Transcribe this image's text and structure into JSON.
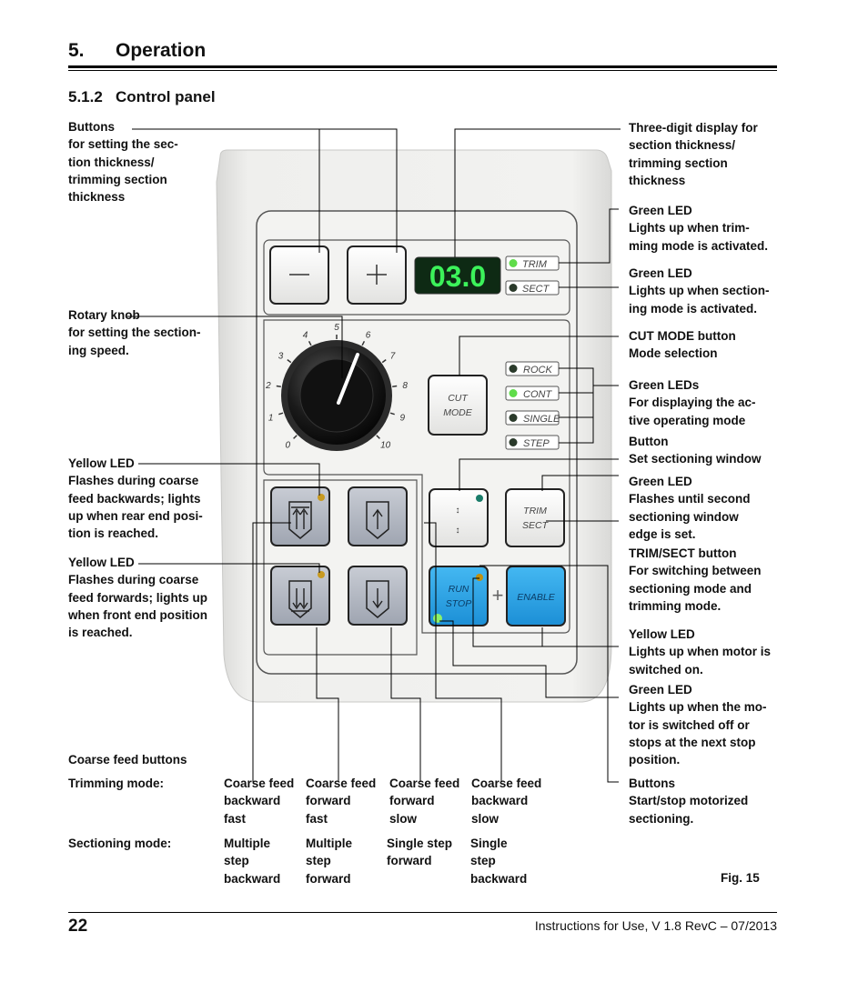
{
  "header": {
    "number": "5.",
    "title": "Operation"
  },
  "subsection": {
    "number": "5.1.2",
    "title": "Control panel"
  },
  "panel": {
    "display_value": "03.0",
    "trim_led": "TRIM",
    "sect_led": "SECT",
    "minus_glyph": "—",
    "plus_glyph": "+",
    "cut_mode_label": "CUT\nMODE",
    "mode_leds": [
      "ROCK",
      "CONT",
      "SINGLE",
      "STEP"
    ],
    "knob_ticks": [
      "0",
      "1",
      "2",
      "3",
      "4",
      "5",
      "6",
      "7",
      "8",
      "9",
      "10"
    ],
    "trim_sect_label": "TRIM\nSECT",
    "run_stop_label": "RUN\nSTOP",
    "enable_label": "ENABLE",
    "plus_between": "+"
  },
  "callouts_left": {
    "buttons": "Buttons\nfor setting the sec-\ntion thickness/\ntrimming section\nthickness",
    "rotary": "Rotary knob\nfor setting the section-\ning speed.",
    "yellow1": "Yellow LED\nFlashes during coarse\nfeed backwards; lights\nup when rear end posi-\ntion is reached.",
    "yellow2": "Yellow LED\nFlashes during coarse\nfeed forwards; lights up\nwhen front end position\nis reached."
  },
  "callouts_right": {
    "display": "Three-digit display for\nsection thickness/\ntrimming section\nthickness",
    "green_trim": "Green LED\nLights up when trim-\nming mode is activated.",
    "green_sect": "Green LED\nLights up when section-\ning mode is activated.",
    "cut_mode": "CUT MODE button\nMode selection",
    "green_leds": "Green LEDs\nFor displaying the ac-\ntive operating mode",
    "window_btn": "Button\nSet sectioning window",
    "green_flash": "Green LED\nFlashes until second\nsectioning window\nedge is set.",
    "trim_sect": "TRIM/SECT button\nFor switching between\nsectioning mode and\ntrimming mode.",
    "yellow_motor": "Yellow LED\nLights up when motor is\nswitched on.",
    "green_motor": "Green LED\nLights up when the mo-\ntor is switched off or\nstops at the next stop\nposition.",
    "start_stop": "Buttons\nStart/stop motorized\nsectioning."
  },
  "table": {
    "coarse_heading": "Coarse feed buttons",
    "trimming_label": "Trimming mode:",
    "sectioning_label": "Sectioning mode:",
    "trimming": [
      "Coarse feed\nbackward\nfast",
      "Coarse feed\nforward\nfast",
      "Coarse feed\nforward\nslow",
      "Coarse feed\nbackward\nslow"
    ],
    "sectioning": [
      "Multiple\nstep\nbackward",
      "Multiple\nstep\nforward",
      "Single step\nforward",
      "Single\nstep\nbackward"
    ]
  },
  "figure_label": "Fig. 15",
  "footer": {
    "page": "22",
    "text": "Instructions for Use, V 1.8 RevC – 07/2013"
  }
}
